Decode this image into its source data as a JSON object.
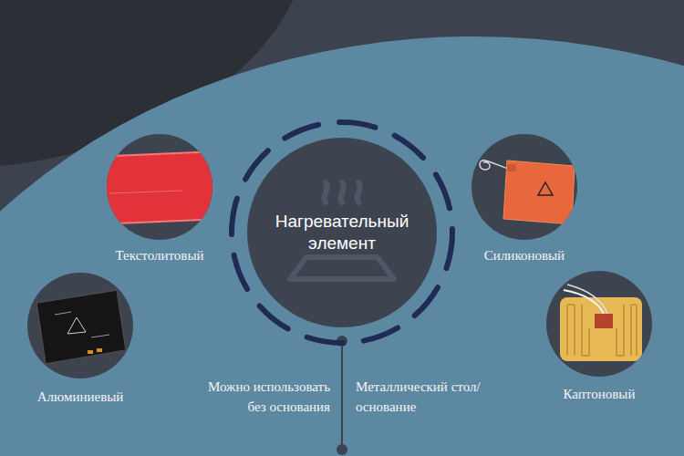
{
  "diagram": {
    "nodes": [
      {
        "text": [
          "Нагревательный элемент"
        ]
      },
      {
        "text": [
          "Текстолитовый"
        ]
      },
      {
        "text": [
          "Алюминиевый"
        ]
      },
      {
        "text": [
          "Силиконовый"
        ]
      },
      {
        "text": [
          "Каптоновый"
        ]
      }
    ],
    "labels": [
      "Можно использовать без основания",
      "Металлический стол/ основание"
    ]
  }
}
